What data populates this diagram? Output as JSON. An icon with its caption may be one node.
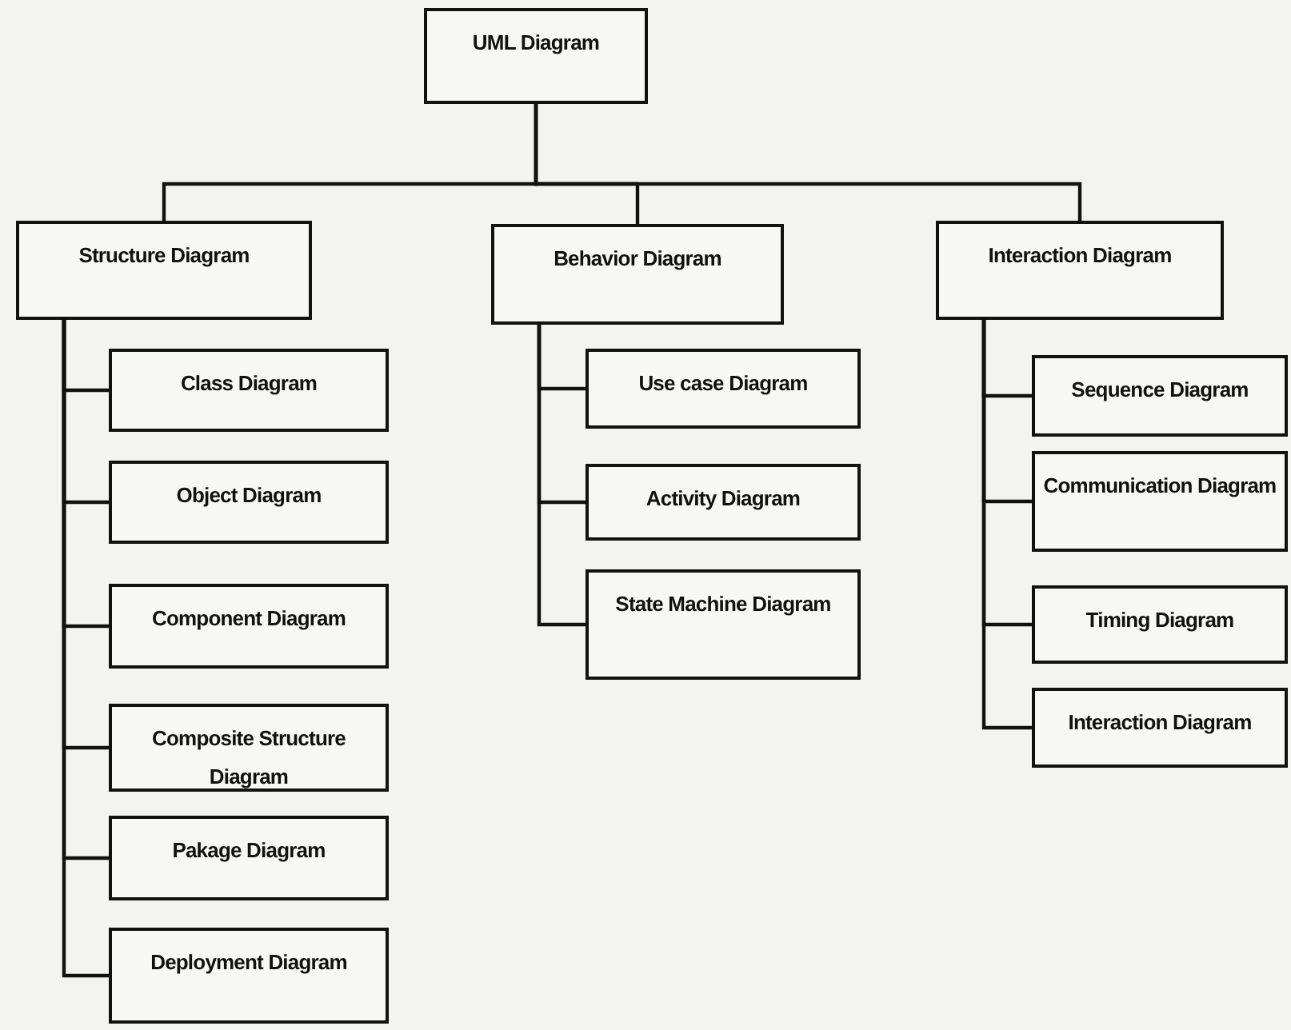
{
  "diagram": {
    "nodes": [
      {
        "text": [
          "UML Diagram"
        ]
      },
      {
        "text": [
          "Structure Diagram"
        ]
      },
      {
        "text": [
          "Behavior Diagram"
        ]
      },
      {
        "text": [
          "Interaction Diagram"
        ]
      },
      {
        "text": [
          "Class Diagram"
        ]
      },
      {
        "text": [
          "Object Diagram"
        ]
      },
      {
        "text": [
          "Component Diagram"
        ]
      },
      {
        "text": [
          "Composite Structure Diagram"
        ]
      },
      {
        "text": [
          "Pakage Diagram"
        ]
      },
      {
        "text": [
          "Deployment Diagram"
        ]
      },
      {
        "text": [
          "Use case Diagram"
        ]
      },
      {
        "text": [
          "Activity Diagram"
        ]
      },
      {
        "text": [
          "State Machine Diagram"
        ]
      },
      {
        "text": [
          "Sequence Diagram"
        ]
      },
      {
        "text": [
          "Communication Diagram"
        ]
      },
      {
        "text": [
          "Timing Diagram"
        ]
      },
      {
        "text": [
          "Interaction Diagram"
        ]
      }
    ],
    "edges": [
      {
        "from": 0,
        "to": 1,
        "arrow": "none"
      },
      {
        "from": 0,
        "to": 2,
        "arrow": "none"
      },
      {
        "from": 0,
        "to": 3,
        "arrow": "none"
      },
      {
        "from": 1,
        "to": 4,
        "arrow": "none"
      },
      {
        "from": 1,
        "to": 5,
        "arrow": "none"
      },
      {
        "from": 1,
        "to": 6,
        "arrow": "none"
      },
      {
        "from": 1,
        "to": 7,
        "arrow": "none"
      },
      {
        "from": 1,
        "to": 8,
        "arrow": "none"
      },
      {
        "from": 1,
        "to": 9,
        "arrow": "none"
      },
      {
        "from": 2,
        "to": 10,
        "arrow": "none"
      },
      {
        "from": 2,
        "to": 11,
        "arrow": "none"
      },
      {
        "from": 2,
        "to": 12,
        "arrow": "none"
      },
      {
        "from": 3,
        "to": 13,
        "arrow": "none"
      },
      {
        "from": 3,
        "to": 14,
        "arrow": "none"
      },
      {
        "from": 3,
        "to": 15,
        "arrow": "none"
      },
      {
        "from": 3,
        "to": 16,
        "arrow": "none"
      }
    ]
  }
}
